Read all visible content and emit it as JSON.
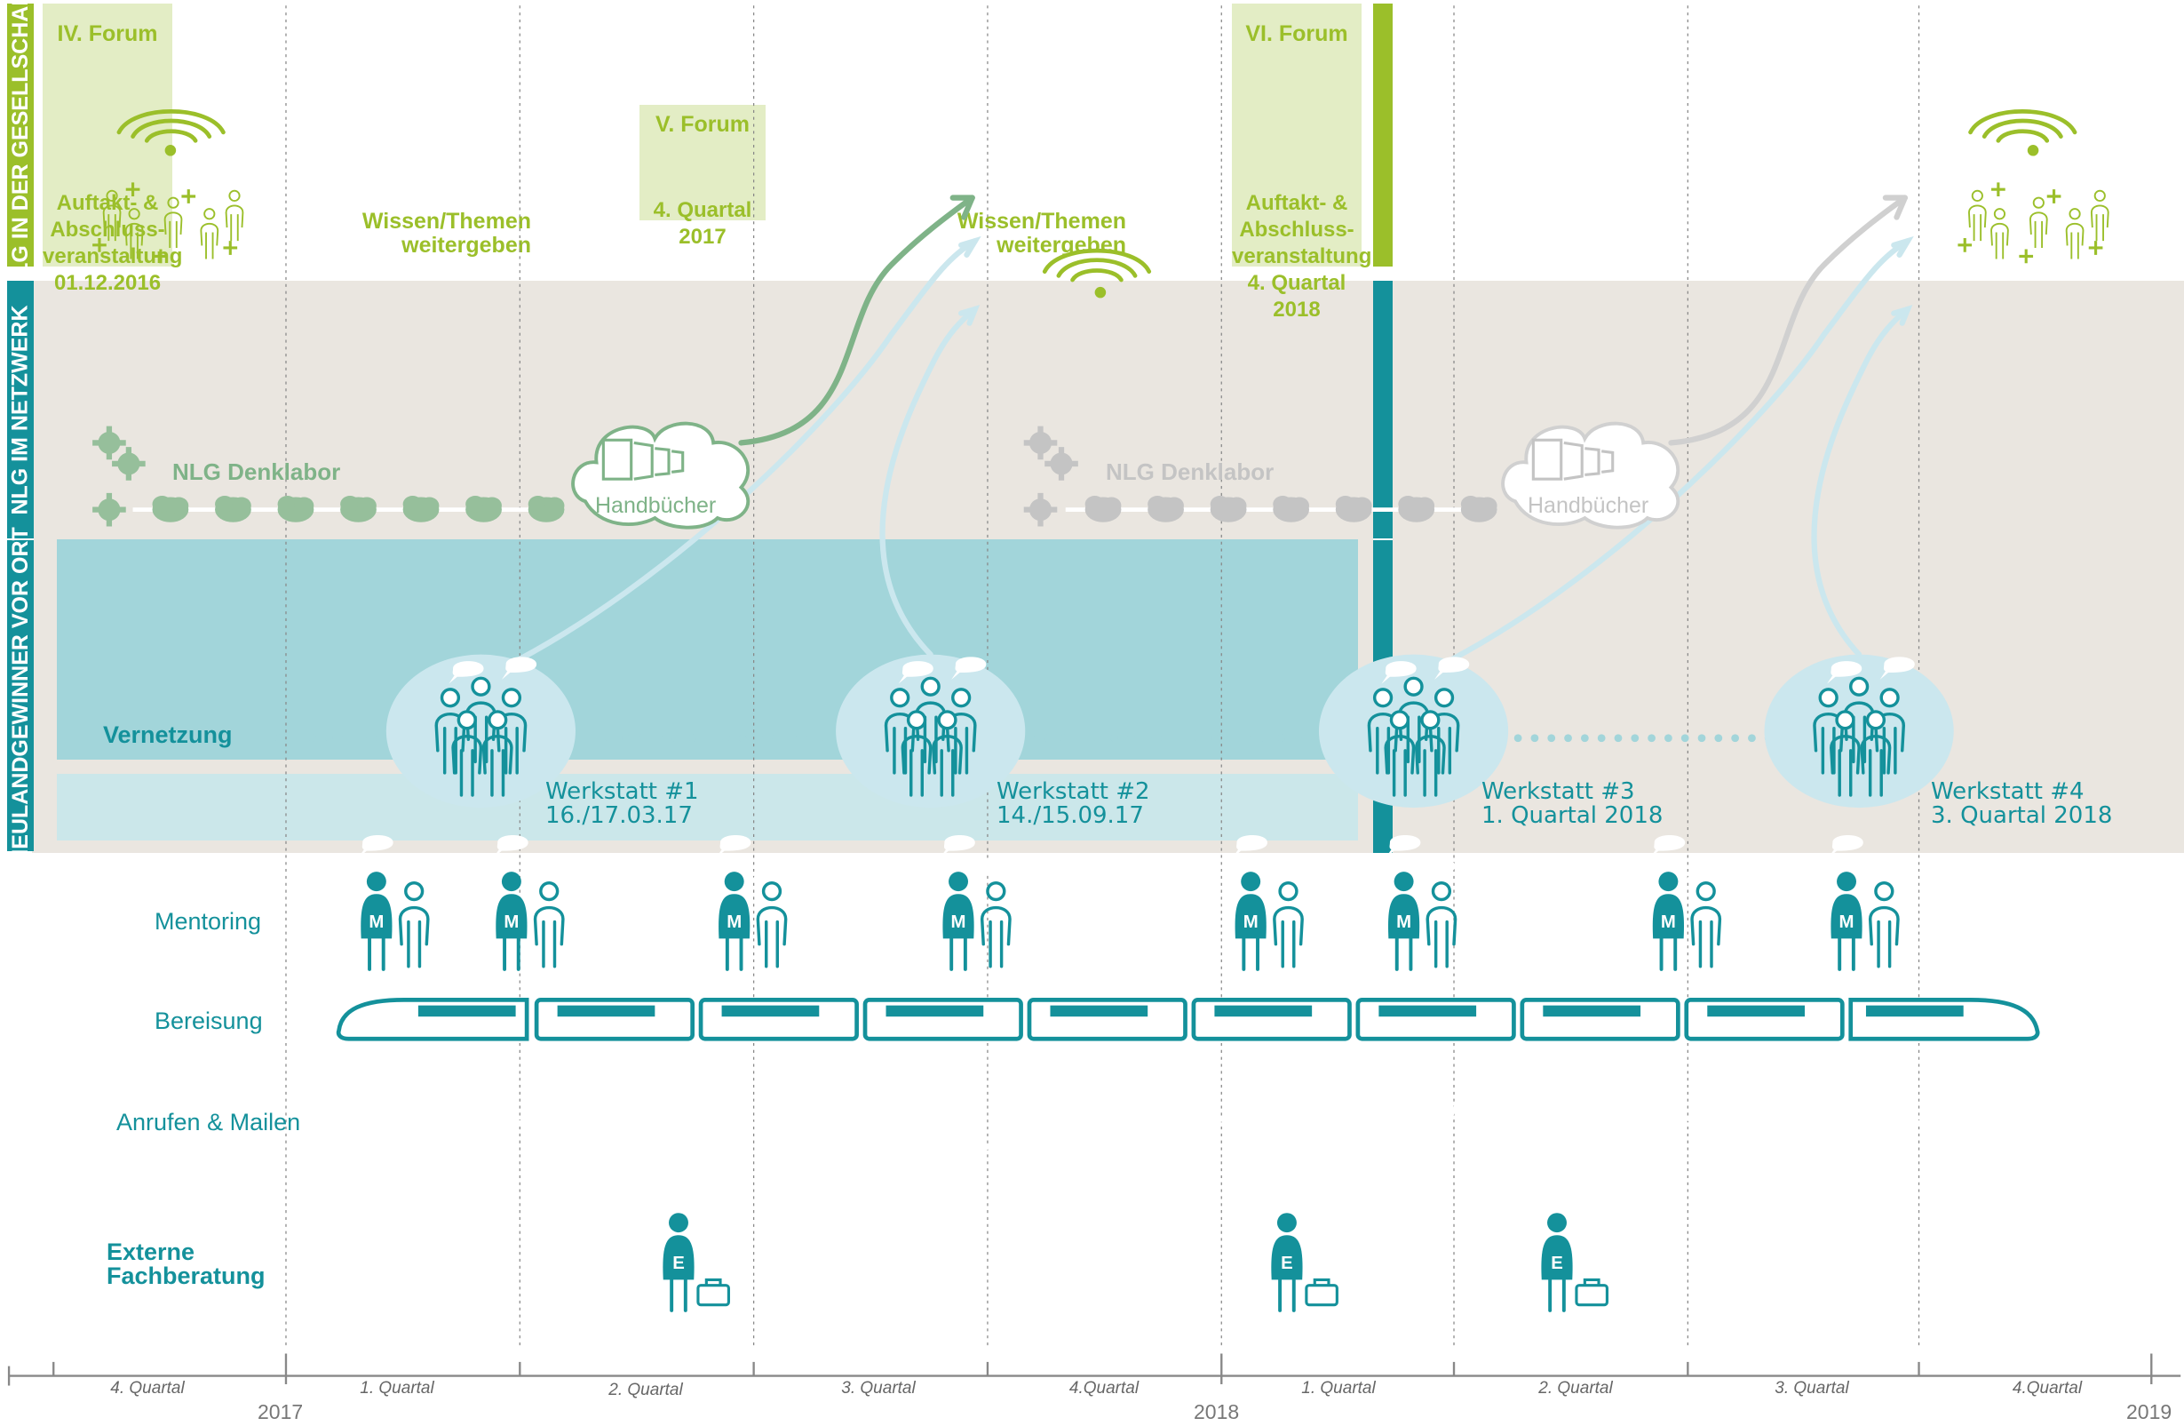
{
  "sidebar": {
    "society": "NLG IN DER GESELLSCHAFT",
    "network": "NLG IM NETZWERK",
    "local": "NEULANDGEWINNER VOR ORT"
  },
  "forums": [
    {
      "title": "IV. Forum",
      "text": "Auftakt- &\nAbschluss-\nveranstaltung\n01.12.2016"
    },
    {
      "title": "V. Forum",
      "text": "4. Quartal 2017"
    },
    {
      "title": "VI. Forum",
      "text": "Auftakt- &\nAbschluss-\nveranstaltung\n4. Quartal 2018"
    }
  ],
  "knowledge_labels": [
    "Wissen/Themen\nweitergeben",
    "Wissen/Themen\nweitergeben"
  ],
  "denklabor": {
    "label1": "NLG Denklabor",
    "label2": "NLG Denklabor",
    "handbooks1": "Handbücher",
    "handbooks2": "Handbücher"
  },
  "rows": {
    "vernetzung": "Vernetzung",
    "mentoring": "Mentoring",
    "bereisung": "Bereisung",
    "anrufen": "Anrufen & Mailen",
    "extern": "Externe\nFachberatung"
  },
  "workshops": [
    {
      "name": "Werkstatt #1",
      "date": "16./17.03.17"
    },
    {
      "name": "Werkstatt #2",
      "date": "14./15.09.17"
    },
    {
      "name": "Werkstatt #3",
      "date": "1. Quartal 2018"
    },
    {
      "name": "Werkstatt #4",
      "date": "3. Quartal 2018"
    }
  ],
  "timeline": {
    "quarters": [
      "4. Quartal",
      "1. Quartal",
      "2. Quartal",
      "3. Quartal",
      "4.Quartal",
      "1. Quartal",
      "2. Quartal",
      "3. Quartal",
      "4.Quartal"
    ],
    "years": [
      "2017",
      "2018",
      "2019"
    ]
  },
  "icons": {
    "mentor_letter": "M",
    "expert_letter": "E"
  },
  "colors": {
    "green": "#9bbf2a",
    "forum_bg": "#e3edc5",
    "teal": "#14919b",
    "teal_band": "#a2d5da",
    "teal_light": "#cbe7ea",
    "beige": "#eae6e0",
    "denk_green": "#96bf9b",
    "denk_gray": "#c4c4c4",
    "wave_blue": "#cbe7ee"
  }
}
